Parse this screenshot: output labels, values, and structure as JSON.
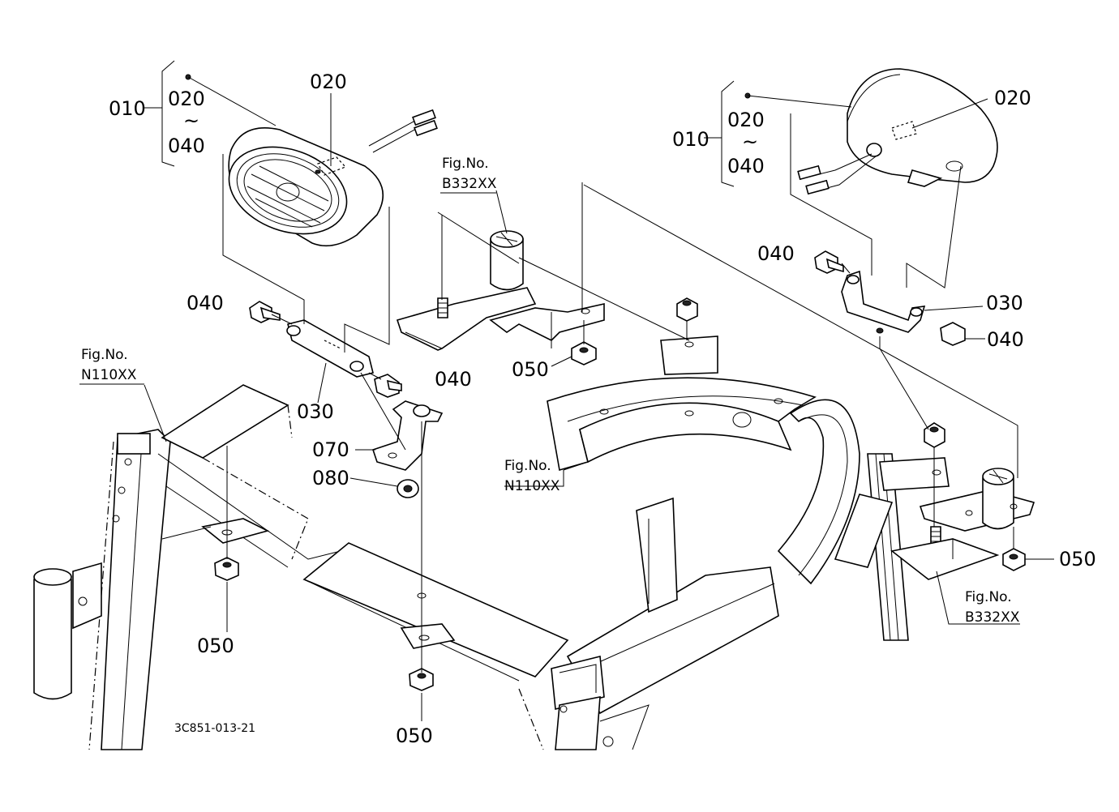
{
  "labels": {
    "left_lamp": {
      "group": "010",
      "range_start": "020",
      "range_tilde": "~",
      "range_end": "040",
      "part_020": "020",
      "part_040_a": "040",
      "part_040_b": "040",
      "part_030": "030"
    },
    "right_lamp": {
      "group": "010",
      "range_start": "020",
      "range_tilde": "~",
      "range_end": "040",
      "part_020": "020",
      "part_040_a": "040",
      "part_040_b": "040",
      "part_030": "030"
    },
    "bracket": {
      "part_070": "070",
      "part_080": "080"
    },
    "nuts": {
      "n050_center": "050",
      "n050_left": "050",
      "n050_bottom": "050",
      "n050_right": "050"
    }
  },
  "fig_refs": {
    "ref_b332_top": {
      "line1": "Fig.No.",
      "line2": "B332XX"
    },
    "ref_n110_left": {
      "line1": "Fig.No.",
      "line2": "N110XX"
    },
    "ref_n110_center": {
      "line1": "Fig.No.",
      "line2": "N110XX"
    },
    "ref_b332_right": {
      "line1": "Fig.No.",
      "line2": "B332XX"
    }
  },
  "diagram_code": "3C851-013-21"
}
